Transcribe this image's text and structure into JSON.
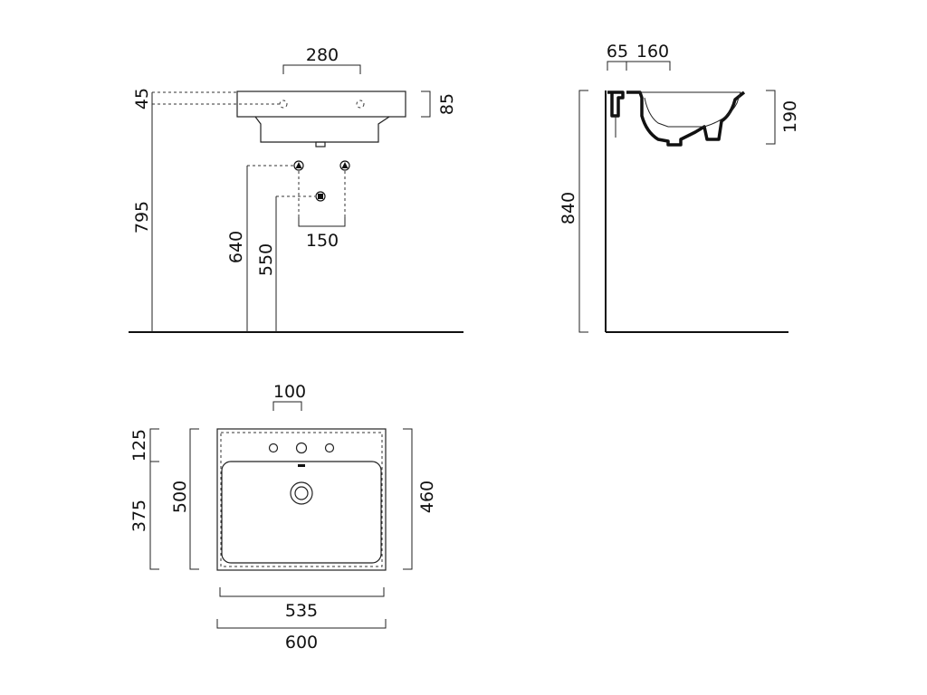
{
  "front_view": {
    "tap_spacing": "280",
    "overflow_offset": "45",
    "rim_thickness": "85",
    "rim_height": "795",
    "supply_height": "640",
    "waste_height": "550",
    "supply_spacing": "150"
  },
  "side_view": {
    "rim_depth": "65",
    "bowl_offset": "160",
    "bowl_depth": "190",
    "total_height": "840"
  },
  "top_view": {
    "hole_spacing": "100",
    "tap_zone": "125",
    "bowl_zone": "375",
    "outer_depth": "500",
    "inner_depth": "460",
    "inner_width": "535",
    "outer_width": "600"
  }
}
